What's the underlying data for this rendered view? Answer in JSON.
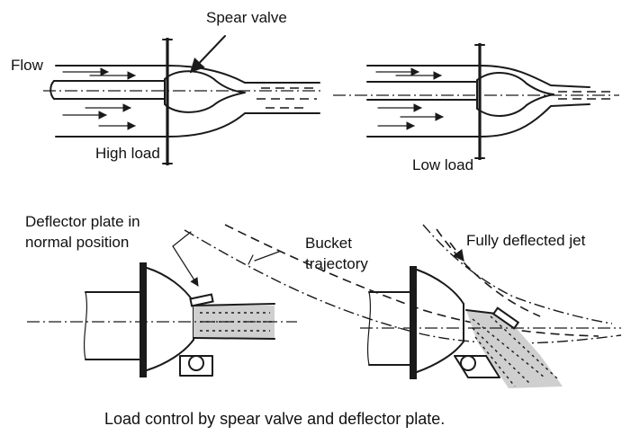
{
  "labels": {
    "spear_valve": "Spear valve",
    "flow": "Flow",
    "high_load": "High load",
    "low_load": "Low load",
    "deflector_line1": "Deflector plate in",
    "deflector_line2": "normal position",
    "bucket_line1": "Bucket",
    "bucket_line2": "trajectory",
    "fully_deflected": "Fully deflected jet"
  },
  "caption": "Load control by spear valve and deflector plate."
}
